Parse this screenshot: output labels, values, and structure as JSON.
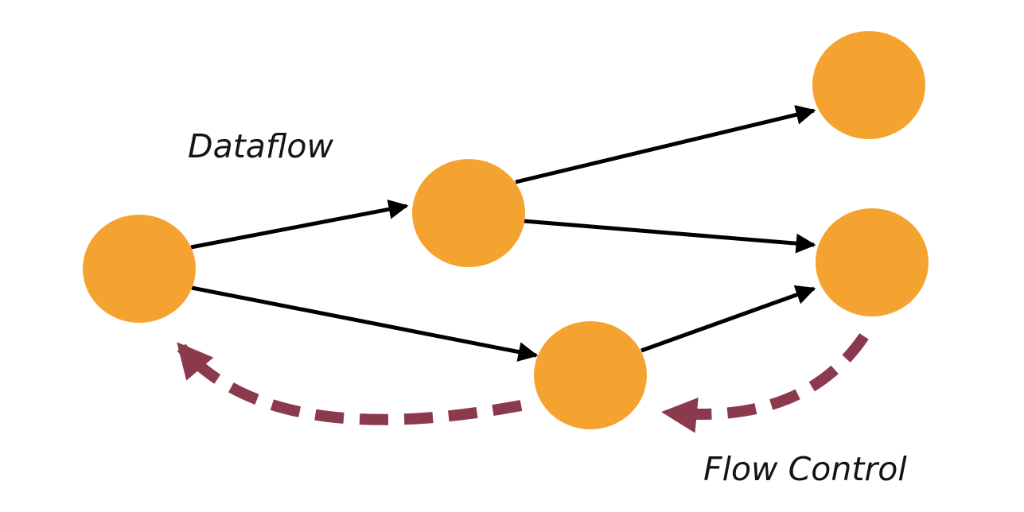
{
  "labels": {
    "dataflow": "Dataflow",
    "flow_control": "Flow Control"
  },
  "colors": {
    "node_fill": "#F4A330",
    "edge": "#000000",
    "flow_control_arrow": "#8B3A4E",
    "background": "#FFFFFF"
  },
  "diagram": {
    "nodes": [
      "source",
      "middle-top",
      "top-right",
      "right",
      "bottom"
    ],
    "dataflow_edges": [
      [
        "source",
        "middle-top"
      ],
      [
        "source",
        "bottom"
      ],
      [
        "middle-top",
        "top-right"
      ],
      [
        "middle-top",
        "right"
      ],
      [
        "bottom",
        "right"
      ]
    ],
    "flow_control_edges": [
      [
        "right",
        "bottom"
      ],
      [
        "bottom",
        "source"
      ]
    ]
  }
}
